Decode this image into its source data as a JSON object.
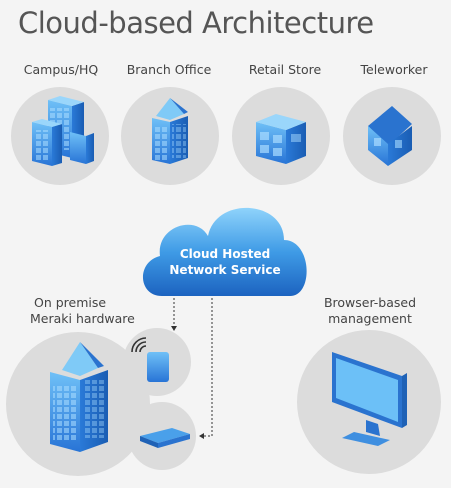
{
  "title": "Cloud-based Architecture",
  "locations": [
    {
      "label": "Campus/HQ",
      "icon": "campus-buildings-icon"
    },
    {
      "label": "Branch Office",
      "icon": "office-tower-icon"
    },
    {
      "label": "Retail Store",
      "icon": "store-building-icon"
    },
    {
      "label": "Teleworker",
      "icon": "house-icon"
    }
  ],
  "cloud": {
    "line1": "Cloud Hosted",
    "line2": "Network Service",
    "icon": "cloud-icon"
  },
  "on_premise": {
    "line1": "On premise",
    "line2": "Meraki hardware",
    "icons": [
      "skyscraper-icon",
      "wireless-access-point-icon",
      "network-switch-icon"
    ]
  },
  "management": {
    "line1": "Browser-based",
    "line2": "management",
    "icon": "monitor-icon"
  },
  "colors": {
    "circle": "#dcdcdc",
    "blue": "#2e7fd9",
    "blue_light": "#5fb0f0",
    "blue_dark": "#1f62b6",
    "text": "#444444"
  }
}
